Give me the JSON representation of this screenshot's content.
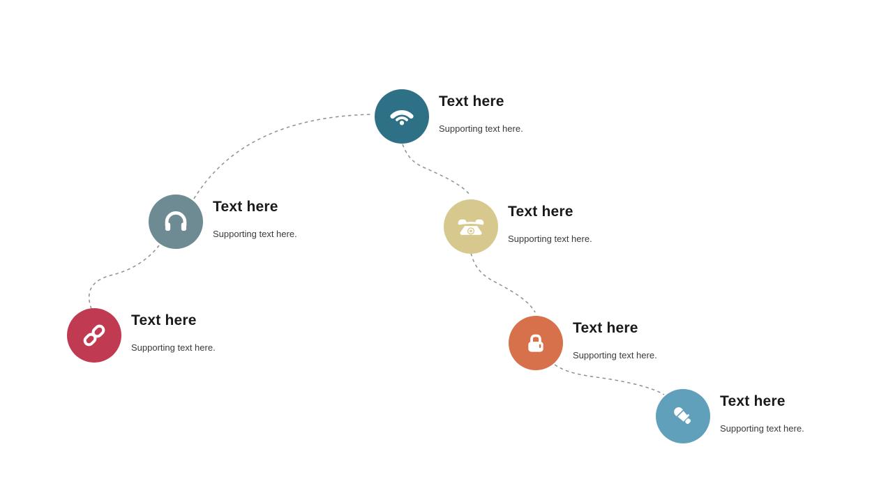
{
  "canvas": {
    "background": "#ffffff"
  },
  "connector": {
    "color": "#8f8f8f",
    "dash": "4.5 4.5",
    "width": "1.5"
  },
  "text_colors": {
    "title": "#1a1a1a",
    "subtitle": "#3a3a3a"
  },
  "items": [
    {
      "id": "wifi",
      "icon": "wifi-icon",
      "color": "#2e7187",
      "title": "Text here",
      "subtitle": "Supporting text here."
    },
    {
      "id": "headphones",
      "icon": "headphones-icon",
      "color": "#6e8a92",
      "title": "Text here",
      "subtitle": "Supporting text here."
    },
    {
      "id": "link",
      "icon": "link-icon",
      "color": "#c03a52",
      "title": "Text here",
      "subtitle": "Supporting text here."
    },
    {
      "id": "phone",
      "icon": "phone-icon",
      "color": "#d7c88e",
      "title": "Text here",
      "subtitle": "Supporting text here."
    },
    {
      "id": "lock",
      "icon": "lock-icon",
      "color": "#d7714b",
      "title": "Text here",
      "subtitle": "Supporting text here."
    },
    {
      "id": "microphone",
      "icon": "microphone-icon",
      "color": "#61a0ba",
      "title": "Text here",
      "subtitle": "Supporting text here."
    }
  ]
}
